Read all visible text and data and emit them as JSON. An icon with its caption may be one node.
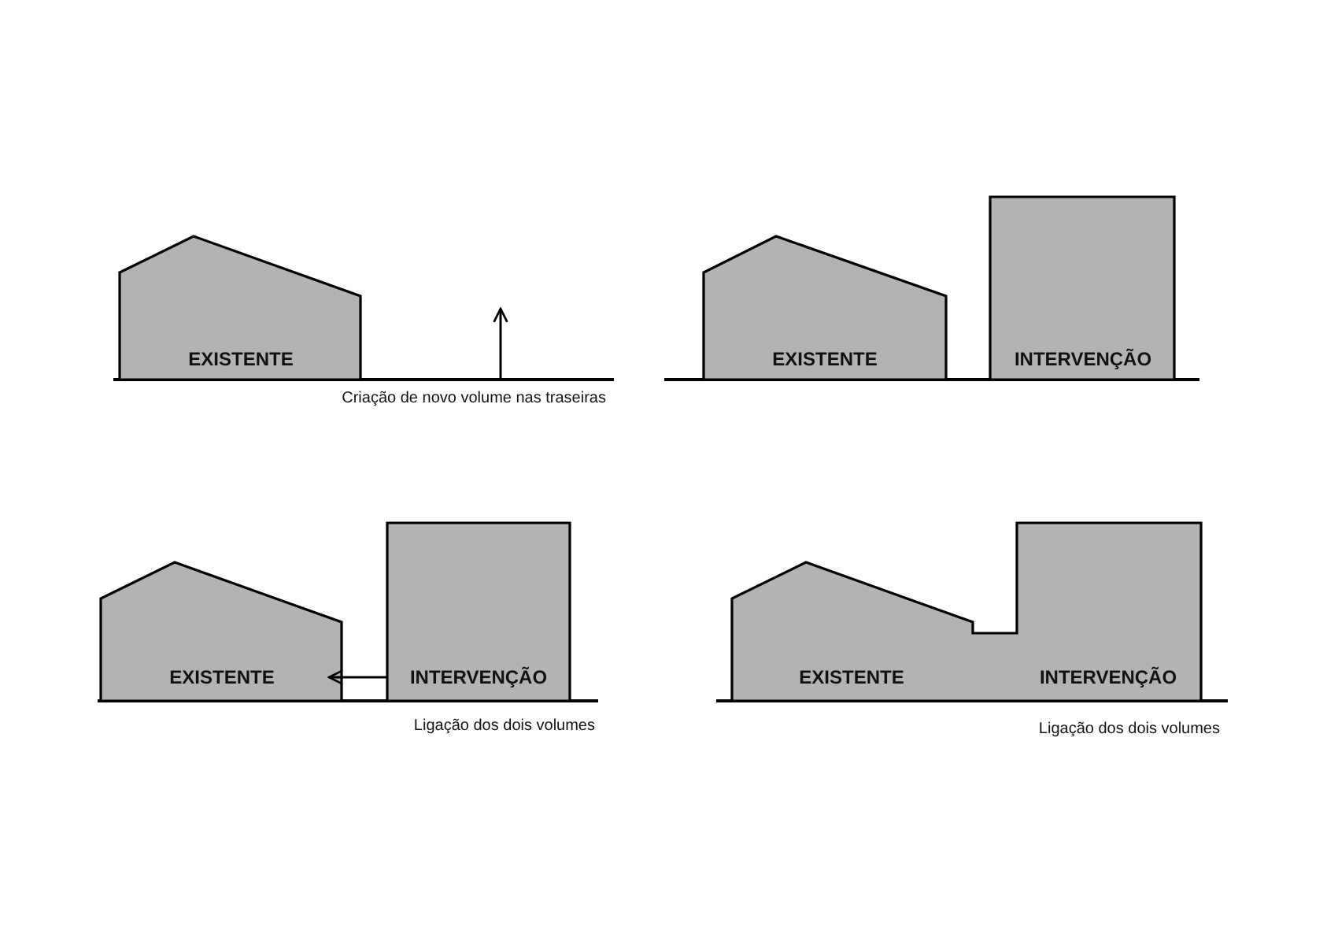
{
  "diagram": {
    "nodes": [
      {
        "text": [
          "EXISTENTE"
        ]
      },
      {
        "text": [
          "EXISTENTE"
        ]
      },
      {
        "text": [
          "INTERVENÇÃO"
        ]
      },
      {
        "text": [
          "EXISTENTE"
        ]
      },
      {
        "text": [
          "INTERVENÇÃO"
        ]
      },
      {
        "text": [
          "EXISTENTE",
          "INTERVENÇÃO"
        ]
      }
    ],
    "edges": [
      {
        "from": 4,
        "to": 3,
        "arrow": "to"
      }
    ],
    "labels": [
      "Criação de novo volume nas traseiras",
      "Ligação dos dois volumes",
      "Ligação dos dois volumes"
    ]
  }
}
